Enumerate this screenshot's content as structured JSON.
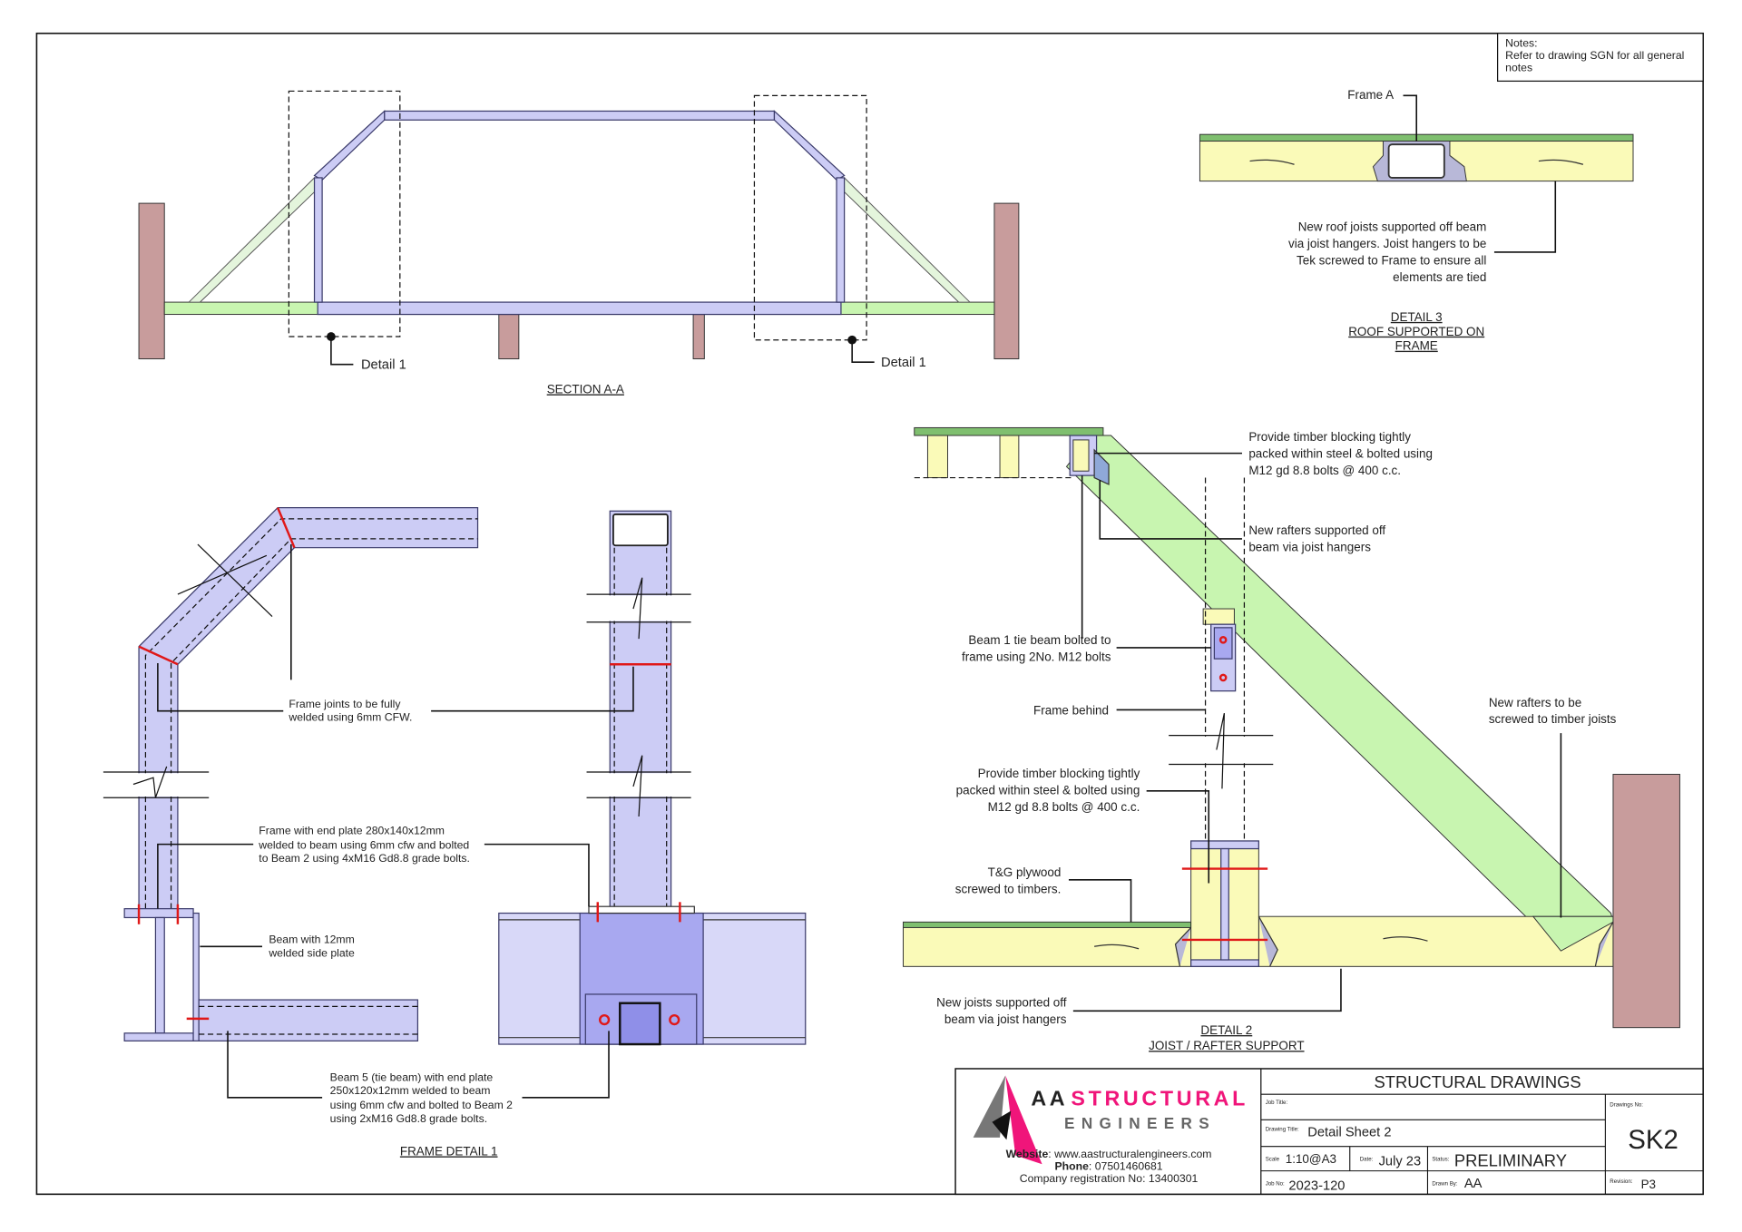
{
  "notes": {
    "title": "Notes:",
    "lines": [
      "Refer to drawing SGN for all general",
      "notes"
    ]
  },
  "section_aa": {
    "title": "SECTION A-A",
    "detail_left": "Detail 1",
    "detail_right": "Detail 1"
  },
  "detail3": {
    "frame_label": "Frame A",
    "note": [
      "New roof joists supported off beam",
      "via joist hangers. Joist hangers to be",
      "Tek screwed to Frame to ensure all",
      "elements are tied"
    ],
    "title": [
      "DETAIL 3",
      "ROOF SUPPORTED ON",
      "FRAME"
    ]
  },
  "frame_detail1": {
    "weld_note": [
      "Frame joints to be fully",
      "welded using 6mm CFW."
    ],
    "end_plate_note": [
      "Frame with end plate 280x140x12mm",
      "welded to beam using 6mm cfw and bolted",
      "to Beam 2 using 4xM16 Gd8.8 grade bolts."
    ],
    "side_plate_note": [
      "Beam with 12mm",
      "welded side plate"
    ],
    "tie_beam_note": [
      "Beam 5 (tie beam) with end plate",
      "250x120x12mm welded to beam",
      "using 6mm cfw and bolted to Beam 2",
      "using 2xM16 Gd8.8 grade bolts."
    ],
    "title": "FRAME DETAIL 1"
  },
  "detail2": {
    "blocking_top": [
      "Provide timber blocking tightly",
      "packed within steel & bolted using",
      "M12 gd 8.8 bolts @ 400 c.c."
    ],
    "rafters_hangers": [
      "New rafters supported off",
      "beam via joist hangers"
    ],
    "beam1": [
      "Beam 1 tie beam bolted to",
      "frame using 2No. M12 bolts"
    ],
    "frame_behind": "Frame behind",
    "blocking_bottom": [
      "Provide timber blocking tightly",
      "packed within steel & bolted using",
      "M12 gd 8.8 bolts @ 400 c.c."
    ],
    "plywood": [
      "T&G plywood",
      "screwed to timbers."
    ],
    "joists": [
      "New joists supported off",
      "beam via joist hangers"
    ],
    "rafters_screwed": [
      "New rafters to be",
      "screwed to timber joists"
    ],
    "title": [
      "DETAIL 2",
      "JOIST / RAFTER SUPPORT"
    ]
  },
  "title_block": {
    "company_a": "AA",
    "company_b": "STRUCTURAL",
    "company_c": "ENGINEERS",
    "website_label": "Website",
    "website": ": www.aastructuralengineers.com",
    "phone_label": "Phone",
    "phone": ": 07501460681",
    "registration": "Company registration No: 13400301",
    "header": "STRUCTURAL DRAWINGS",
    "job_title_label": "Job Title:",
    "job_title": "",
    "drawing_title_label": "Drawing Title:",
    "drawing_title": "Detail Sheet 2",
    "scale_label": "Scale",
    "scale": "1:10@A3",
    "date_label": "Date:",
    "date": "July 23",
    "status_label": "Status:",
    "status": "PRELIMINARY",
    "job_no_label": "Job No:",
    "job_no": "2023-120",
    "drawn_by_label": "Drawn By:",
    "drawn_by": "AA",
    "drawing_no_label": "Drawings No:",
    "drawing_no": "SK2",
    "revision_label": "Revision:",
    "revision": "P3"
  },
  "colors": {
    "brand_pink": "#f0157a",
    "steel": "#ccccf5",
    "timber": "#fafab8",
    "green": "#c8f5b0",
    "brick": "#c89c9c",
    "weld": "#e01818"
  }
}
